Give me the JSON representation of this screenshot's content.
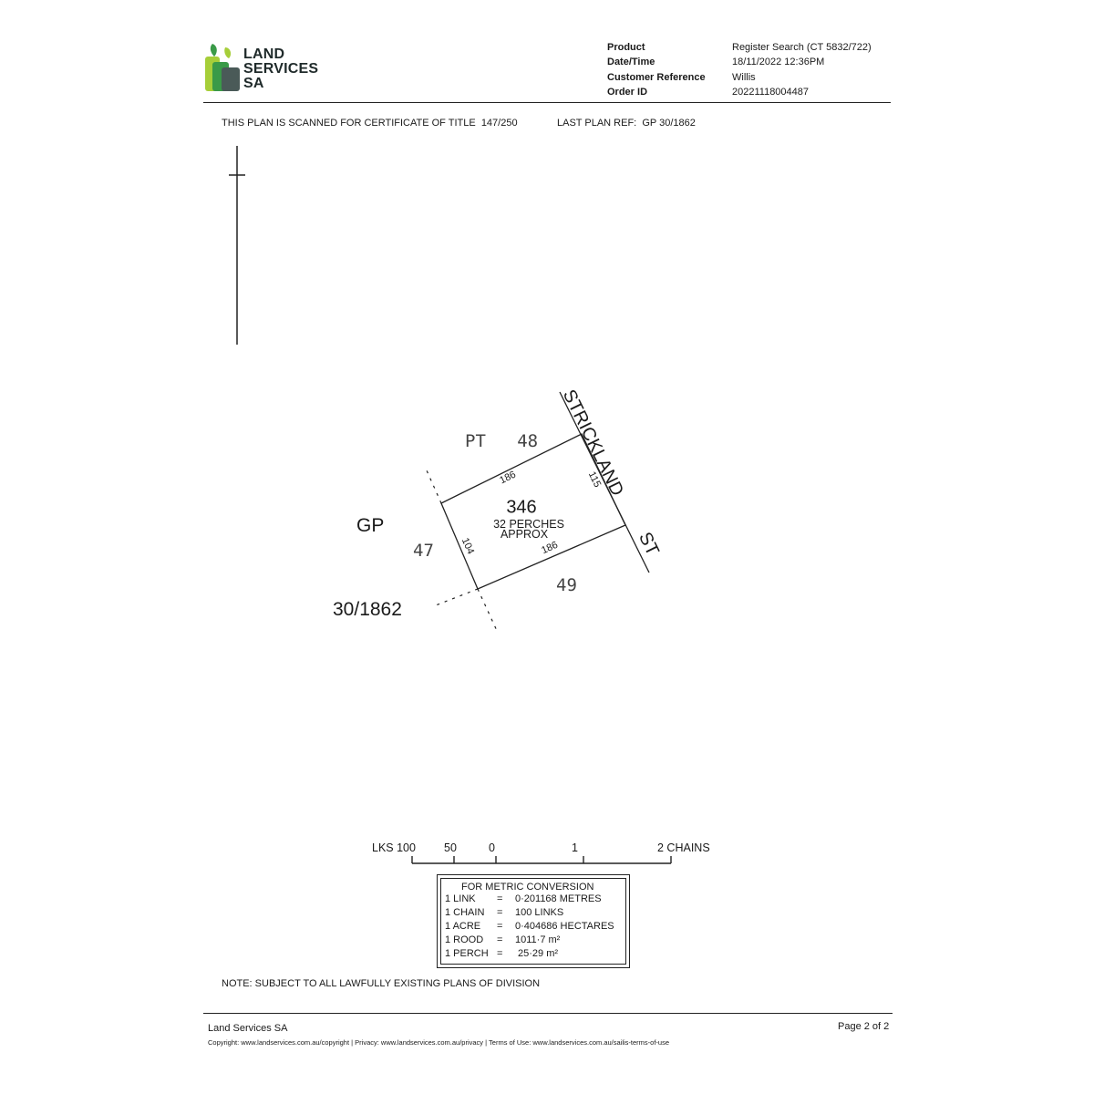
{
  "header": {
    "logo_lines": [
      "LAND",
      "SERVICES",
      "SA"
    ],
    "meta": [
      {
        "key": "Product",
        "value": "Register Search (CT 5832/722)"
      },
      {
        "key": "Date/Time",
        "value": "18/11/2022 12:36PM"
      },
      {
        "key": "Customer Reference",
        "value": "Willis"
      },
      {
        "key": "Order ID",
        "value": "20221118004487"
      }
    ],
    "brand_colors": {
      "lime": "#a6ce39",
      "green": "#3a9a48",
      "dark_green": "#2e6b3c",
      "slate": "#4a5a58"
    }
  },
  "plan": {
    "scanned_text": "THIS PLAN IS SCANNED FOR CERTIFICATE OF TITLE  147/250",
    "last_ref_text": "LAST PLAN REF:  GP 30/1862",
    "street_name": "STRICKLAND",
    "street_suffix": "ST",
    "allotment_number": "346",
    "area_line1": "32 PERCHES",
    "area_line2": "APPROX",
    "neighbour_north": "PT   48",
    "neighbour_west": "47",
    "neighbour_south": "49",
    "plan_gp": "GP",
    "plan_number": "30/1862",
    "dim_north": "186",
    "dim_south": "186",
    "dim_east": "115",
    "dim_west": "104"
  },
  "scale": {
    "labels": [
      "LKS 100",
      "50",
      "0",
      "1",
      "2 CHAINS"
    ]
  },
  "conversion": {
    "title": "FOR METRIC CONVERSION",
    "rows": [
      {
        "unit": "1 LINK",
        "eq": "=",
        "value": "0·201168 METRES"
      },
      {
        "unit": "1 CHAIN",
        "eq": "=",
        "value": "100 LINKS"
      },
      {
        "unit": "1 ACRE",
        "eq": "=",
        "value": "0·404686 HECTARES"
      },
      {
        "unit": "1 ROOD",
        "eq": "=",
        "value": "1011·7 m²"
      },
      {
        "unit": "1 PERCH",
        "eq": "=",
        "value": "25·29 m²"
      }
    ]
  },
  "note": "NOTE: SUBJECT TO ALL LAWFULLY EXISTING PLANS OF DIVISION",
  "footer": {
    "org": "Land Services SA",
    "page": "Page 2 of 2",
    "copyright": "Copyright: www.landservices.com.au/copyright | Privacy: www.landservices.com.au/privacy | Terms of Use: www.landservices.com.au/sailis-terms-of-use"
  }
}
